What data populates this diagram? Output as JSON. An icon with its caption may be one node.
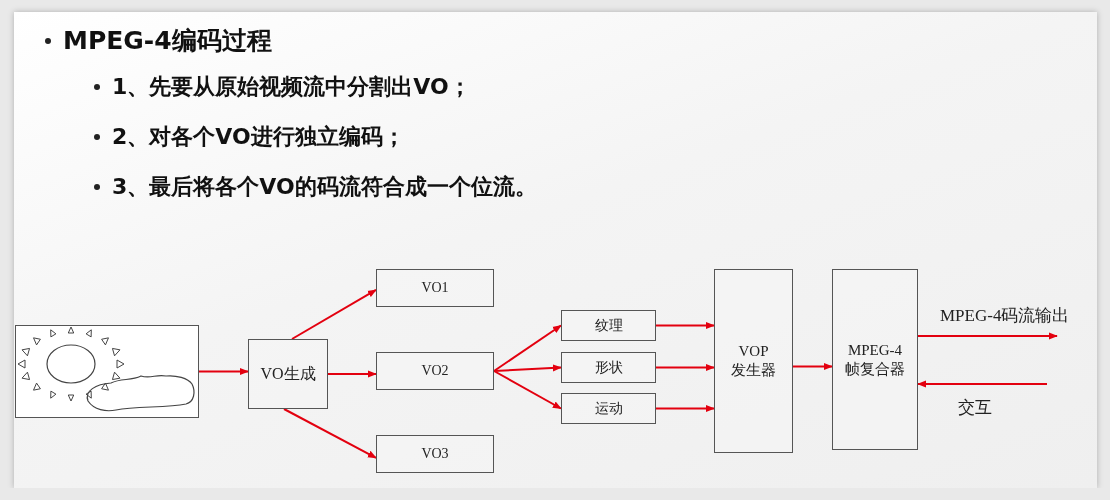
{
  "diagram": {
    "title": "MPEG-4编码过程",
    "nodes": [
      {
        "text": [],
        "shape": "picture"
      },
      {
        "text": [
          "VO生成"
        ]
      },
      {
        "text": [
          "VO1"
        ]
      },
      {
        "text": [
          "VO2"
        ]
      },
      {
        "text": [
          "VO3"
        ]
      },
      {
        "text": [
          "纹理"
        ]
      },
      {
        "text": [
          "形状"
        ]
      },
      {
        "text": [
          "运动"
        ]
      },
      {
        "text": [
          "VOP 发生器"
        ]
      },
      {
        "text": [
          "MPEG-4 帧复合器"
        ]
      }
    ],
    "edges": [
      {
        "from": 0,
        "to": 1,
        "arrow": "to"
      },
      {
        "from": 1,
        "to": 2,
        "arrow": "to"
      },
      {
        "from": 1,
        "to": 3,
        "arrow": "to"
      },
      {
        "from": 1,
        "to": 4,
        "arrow": "to"
      },
      {
        "from": 3,
        "to": 5,
        "arrow": "to"
      },
      {
        "from": 3,
        "to": 6,
        "arrow": "to"
      },
      {
        "from": 3,
        "to": 7,
        "arrow": "to"
      },
      {
        "from": 5,
        "to": 8,
        "arrow": "to"
      },
      {
        "from": 6,
        "to": 8,
        "arrow": "to"
      },
      {
        "from": 7,
        "to": 8,
        "arrow": "to"
      },
      {
        "from": 8,
        "to": 9,
        "arrow": "to"
      },
      {
        "from": 9,
        "to": null,
        "arrow": "to",
        "label": "MPEG-4码流输出"
      },
      {
        "from": null,
        "to": 9,
        "arrow": "to",
        "label": "交互"
      }
    ],
    "labels": [
      "1、先要从原始视频流中分割出VO；",
      "2、对各个VO进行独立编码；",
      "3、最后将各个VO的码流符合成一个位流。"
    ]
  }
}
